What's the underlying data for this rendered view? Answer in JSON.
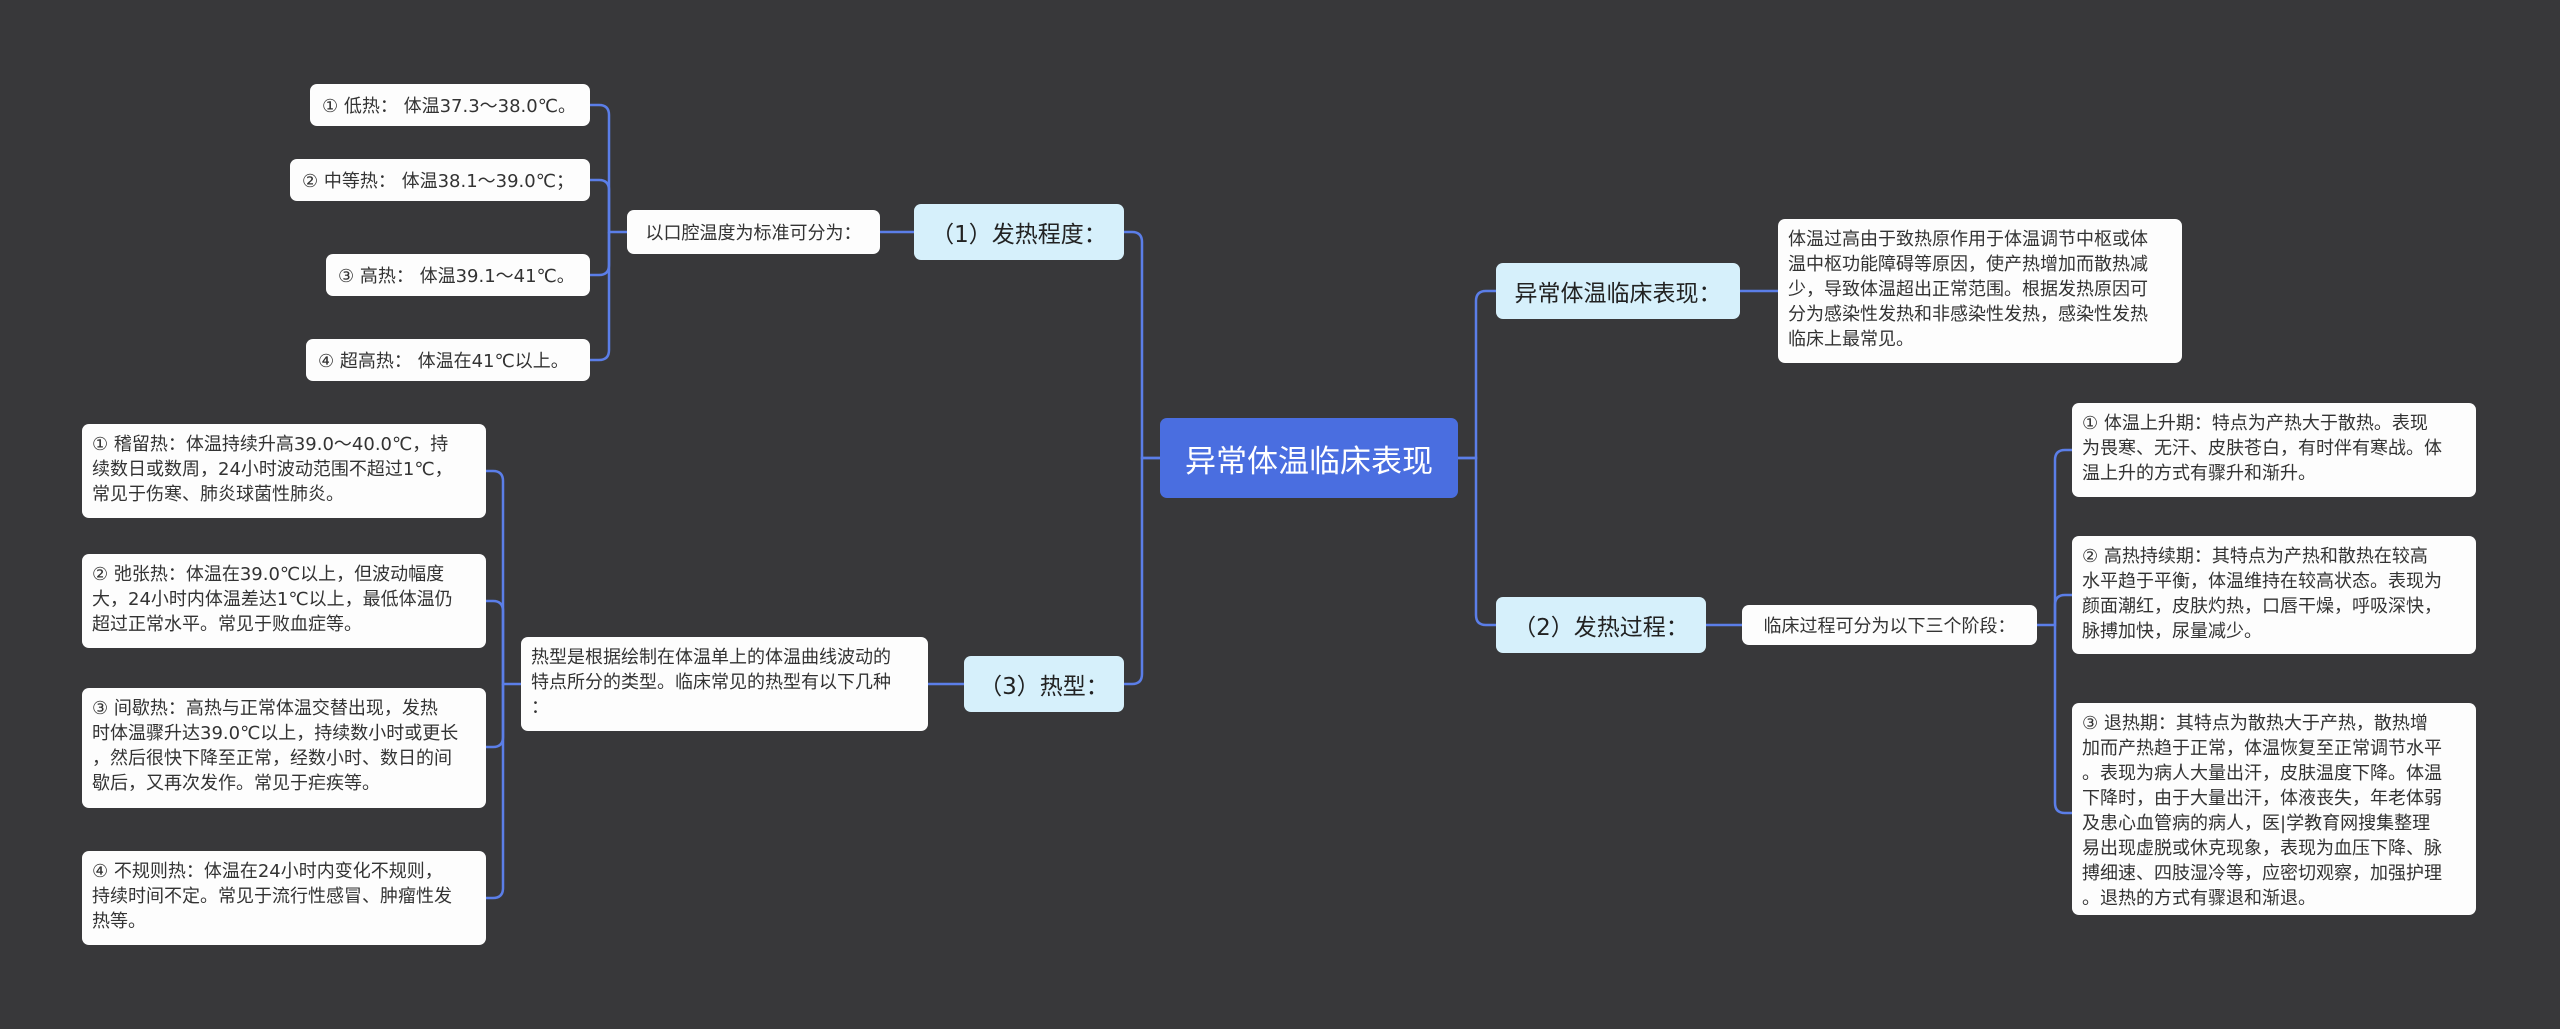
{
  "root": "异常体温临床表现",
  "branches": {
    "b1": "（1）发热程度：",
    "b2": "（3）热型：",
    "b3": "异常体温临床表现：",
    "b4": "（2）发热过程："
  },
  "mids": {
    "m1": "以口腔温度为标准可分为：",
    "m2": "热型是根据绘制在体温单上的体温曲线波动的\n特点所分的类型。临床常见的热型有以下几种\n：",
    "m4": "临床过程可分为以下三个阶段："
  },
  "leaves": {
    "a1": "① 低热： 体温37.3～38.0℃。",
    "a2": "② 中等热： 体温38.1～39.0℃；",
    "a3": "③ 高热： 体温39.1～41℃。",
    "a4": "④ 超高热： 体温在41℃以上。",
    "c1": "① 稽留热：体温持续升高39.0～40.0℃，持\n续数日或数周，24小时波动范围不超过1℃，\n常见于伤寒、肺炎球菌性肺炎。",
    "c2": "② 弛张热：体温在39.0℃以上，但波动幅度\n大，24小时内体温差达1℃以上，最低体温仍\n超过正常水平。常见于败血症等。",
    "c3": "③ 间歇热：高热与正常体温交替出现，发热\n时体温骤升达39.0℃以上，持续数小时或更长\n，然后很快下降至正常，经数小时、数日的间\n歇后，又再次发作。常见于疟疾等。",
    "c4": "④ 不规则热：体温在24小时内变化不规则，\n持续时间不定。常见于流行性感冒、肿瘤性发\n热等。",
    "d1": "体温过高由于致热原作用于体温调节中枢或体\n温中枢功能障碍等原因，使产热增加而散热减\n少，导致体温超出正常范围。根据发热原因可\n分为感染性发热和非感染性发热，感染性发热\n临床上最常见。",
    "e1": "① 体温上升期：特点为产热大于散热。表现\n为畏寒、无汗、皮肤苍白，有时伴有寒战。体\n温上升的方式有骤升和渐升。",
    "e2": "② 高热持续期：其特点为产热和散热在较高\n水平趋于平衡，体温维持在较高状态。表现为\n颜面潮红，皮肤灼热，口唇干燥，呼吸深快，\n脉搏加快，尿量减少。",
    "e3": "③ 退热期：其特点为散热大于产热，散热增\n加而产热趋于正常，体温恢复至正常调节水平\n。表现为病人大量出汗，皮肤温度下降。体温\n下降时，由于大量出汗，体液丧失，年老体弱\n及患心血管病的病人，医|学教育网搜集整理\n易出现虚脱或休克现象，表现为血压下降、脉\n搏细速、四肢湿冷等，应密切观察，加强护理\n。退热的方式有骤退和渐退。"
  },
  "colors": {
    "background": "#38383a",
    "root": "#4a6ee0",
    "branch": "#d6f0fb",
    "leaf": "#fdfdfd",
    "connector": "#5b7ee8"
  }
}
